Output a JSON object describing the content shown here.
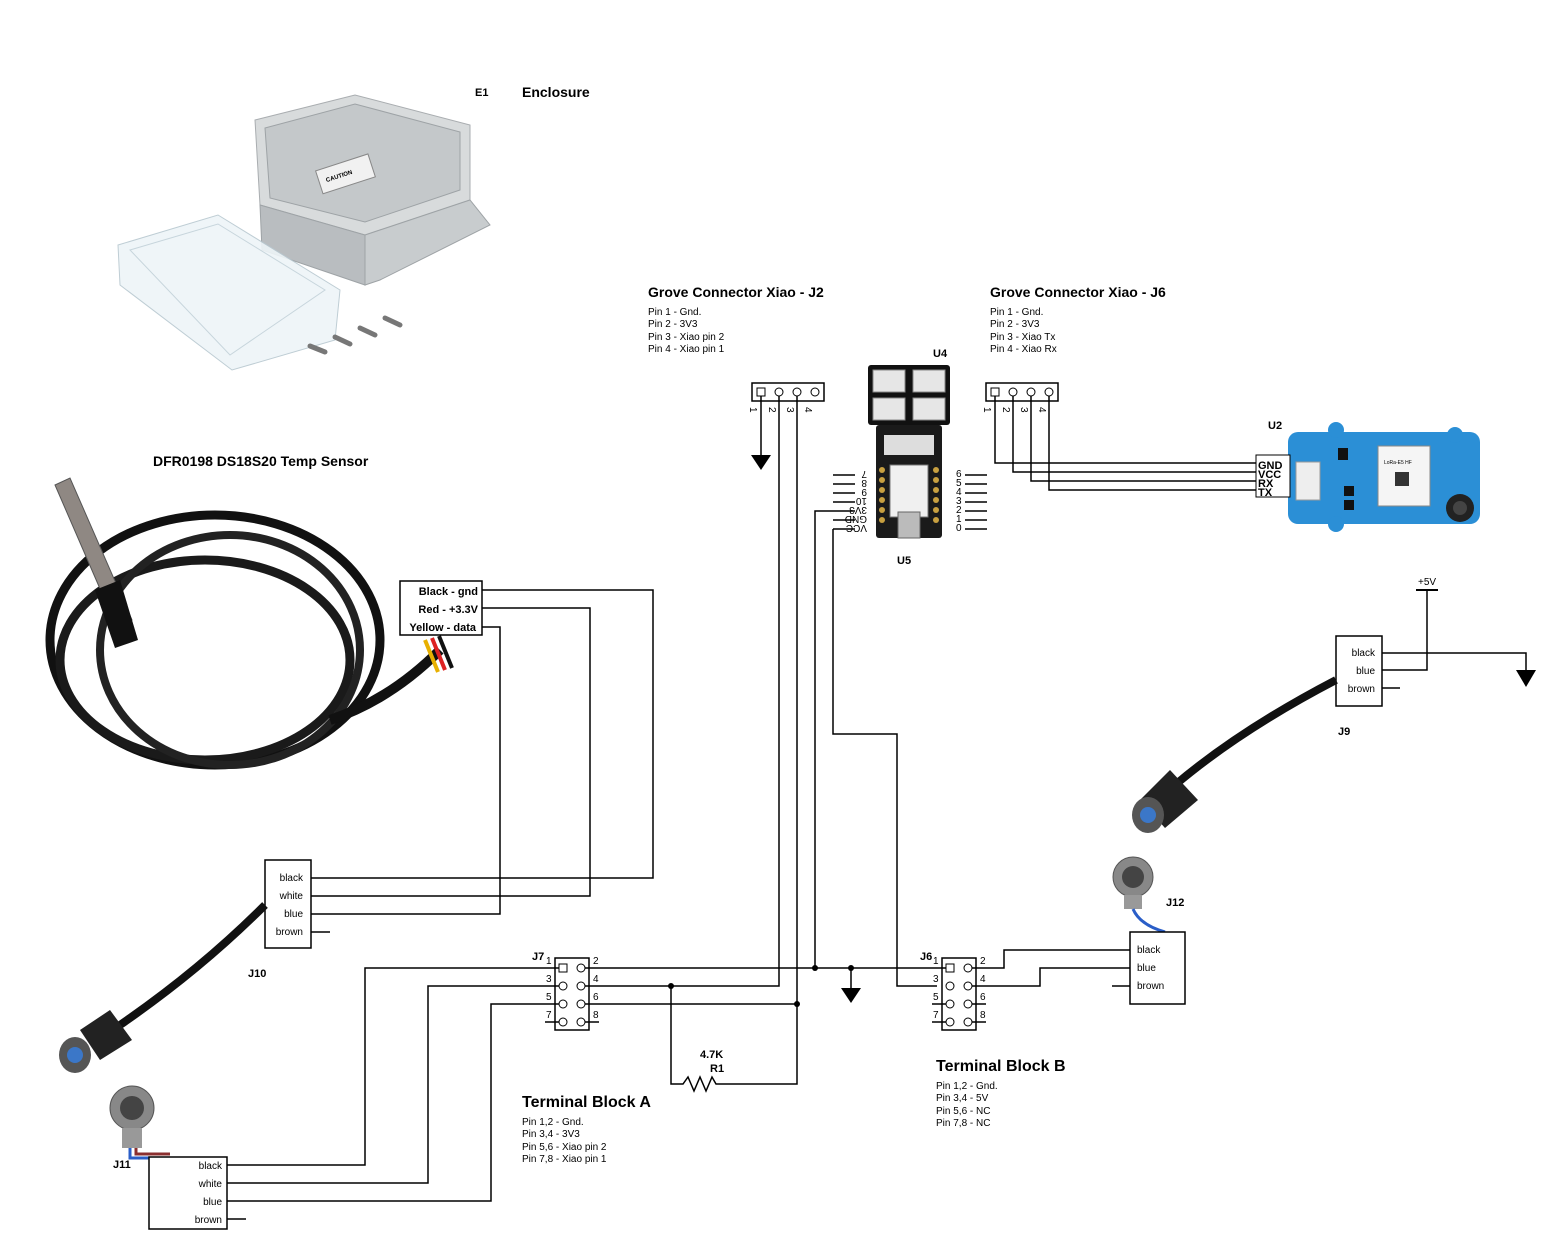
{
  "enclosure": {
    "ref": "E1",
    "title": "Enclosure"
  },
  "temp_sensor": {
    "title": "DFR0198 DS18S20 Temp Sensor",
    "wires": [
      "Black - gnd",
      "Red - +3.3V",
      "Yellow - data"
    ]
  },
  "grove_j2": {
    "title": "Grove Connector Xiao - J2",
    "pins": [
      "Pin 1 - Gnd.",
      "Pin 2 - 3V3",
      "Pin 3 - Xiao pin 2",
      "Pin 4 - Xiao pin 1"
    ]
  },
  "grove_j6": {
    "title": "Grove Connector Xiao - J6",
    "pins": [
      "Pin 1 - Gnd.",
      "Pin 2 - 3V3",
      "Pin 3 - Xiao Tx",
      "Pin 4 - Xiao Rx"
    ]
  },
  "u4": {
    "ref": "U4"
  },
  "u5": {
    "ref": "U5",
    "left_pins": [
      "7",
      "8",
      "9",
      "10",
      "3V3",
      "GND",
      "VCC"
    ],
    "right_pins": [
      "6",
      "5",
      "4",
      "3",
      "2",
      "1",
      "0"
    ]
  },
  "u2": {
    "ref": "U2",
    "pins": [
      "GND",
      "VCC",
      "RX",
      "TX"
    ]
  },
  "j9": {
    "ref": "J9",
    "supply": "+5V",
    "wires": [
      "black",
      "blue",
      "brown"
    ]
  },
  "j10": {
    "ref": "J10",
    "wires": [
      "black",
      "white",
      "blue",
      "brown"
    ]
  },
  "j11": {
    "ref": "J11",
    "wires": [
      "black",
      "white",
      "blue",
      "brown"
    ]
  },
  "j12": {
    "ref": "J12",
    "wires": [
      "black",
      "blue",
      "brown"
    ]
  },
  "j7": {
    "ref": "J7",
    "pins": [
      "1",
      "2",
      "3",
      "4",
      "5",
      "6",
      "7",
      "8"
    ]
  },
  "j6tb": {
    "ref": "J6",
    "pins": [
      "1",
      "2",
      "3",
      "4",
      "5",
      "6",
      "7",
      "8"
    ]
  },
  "r1": {
    "ref": "R1",
    "value": "4.7K"
  },
  "terminal_a": {
    "title": "Terminal Block A",
    "pins": [
      "Pin 1,2 - Gnd.",
      "Pin 3,4  - 3V3",
      "Pin 5,6  - Xiao pin 2",
      "Pin 7,8 - Xiao pin 1"
    ]
  },
  "terminal_b": {
    "title": "Terminal Block B",
    "pins": [
      "Pin 1,2 - Gnd.",
      "Pin 3,4  - 5V",
      "Pin 5,6  - NC",
      "Pin 7,8 - NC"
    ]
  },
  "lora_label": "LoRa-E5 HF"
}
